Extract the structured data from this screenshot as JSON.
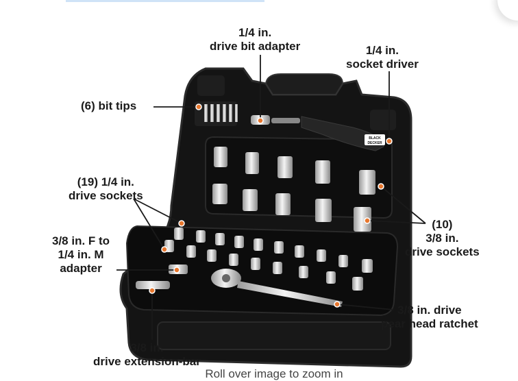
{
  "labels": {
    "bit_adapter": [
      "1/4 in.",
      "drive bit adapter"
    ],
    "socket_driver": [
      "1/4 in.",
      "socket driver"
    ],
    "bit_tips": "(6) bit tips",
    "quarter_sockets": [
      "(19) 1/4 in.",
      "drive sockets"
    ],
    "adapter": [
      "3/8 in. F to",
      "1/4 in. M",
      "adapter"
    ],
    "three_eighths_sockets": [
      "(10)",
      "3/8 in.",
      "drive sockets"
    ],
    "ratchet": [
      "3/8 in. drive",
      "pear head ratchet"
    ],
    "extension_bar": [
      "3/8 in.",
      "drive extension-bar"
    ]
  },
  "brand_badge": [
    "BLACK",
    "DECKER"
  ],
  "zoom_hint": "Roll over image to zoom in",
  "colors": {
    "case": "#141414",
    "case_edge": "#2b2b2b",
    "chrome": "#d9d9d9",
    "callout_dot": "#e8772e",
    "text": "#1a1a1a"
  }
}
